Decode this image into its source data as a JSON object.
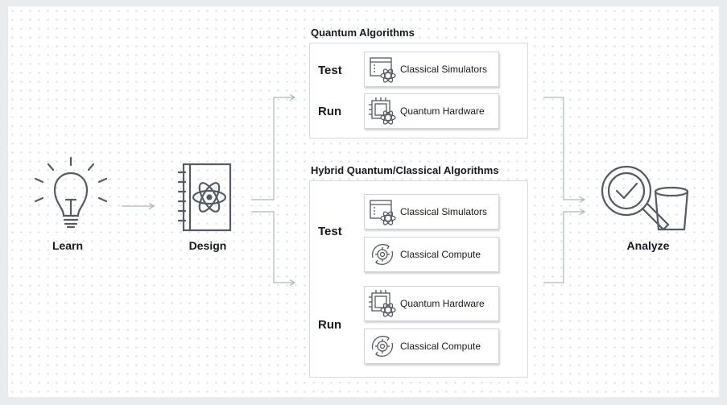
{
  "stages": {
    "learn": {
      "label": "Learn",
      "icon": "lightbulb-icon"
    },
    "design": {
      "label": "Design",
      "icon": "notebook-atom-icon"
    },
    "analyze": {
      "label": "Analyze",
      "icon": "magnifier-bucket-icon"
    }
  },
  "quantum_algorithms": {
    "title": "Quantum Algorithms",
    "test": {
      "label": "Test",
      "service": "Classical Simulators",
      "icon": "simulator-window-atom-icon"
    },
    "run": {
      "label": "Run",
      "service": "Quantum Hardware",
      "icon": "chip-atom-icon"
    }
  },
  "hybrid_algorithms": {
    "title": "Hybrid Quantum/Classical Algorithms",
    "test": {
      "label": "Test",
      "services": [
        {
          "name": "Classical Simulators",
          "icon": "simulator-window-atom-icon"
        },
        {
          "name": "Classical Compute",
          "icon": "gear-cycle-icon"
        }
      ]
    },
    "run": {
      "label": "Run",
      "services": [
        {
          "name": "Quantum Hardware",
          "icon": "chip-atom-icon"
        },
        {
          "name": "Classical Compute",
          "icon": "gear-cycle-icon"
        }
      ]
    }
  },
  "colors": {
    "ink": "#16191f",
    "icon": "#545b64",
    "connector": "#aab7b8",
    "frame": "#d5dbdb"
  }
}
